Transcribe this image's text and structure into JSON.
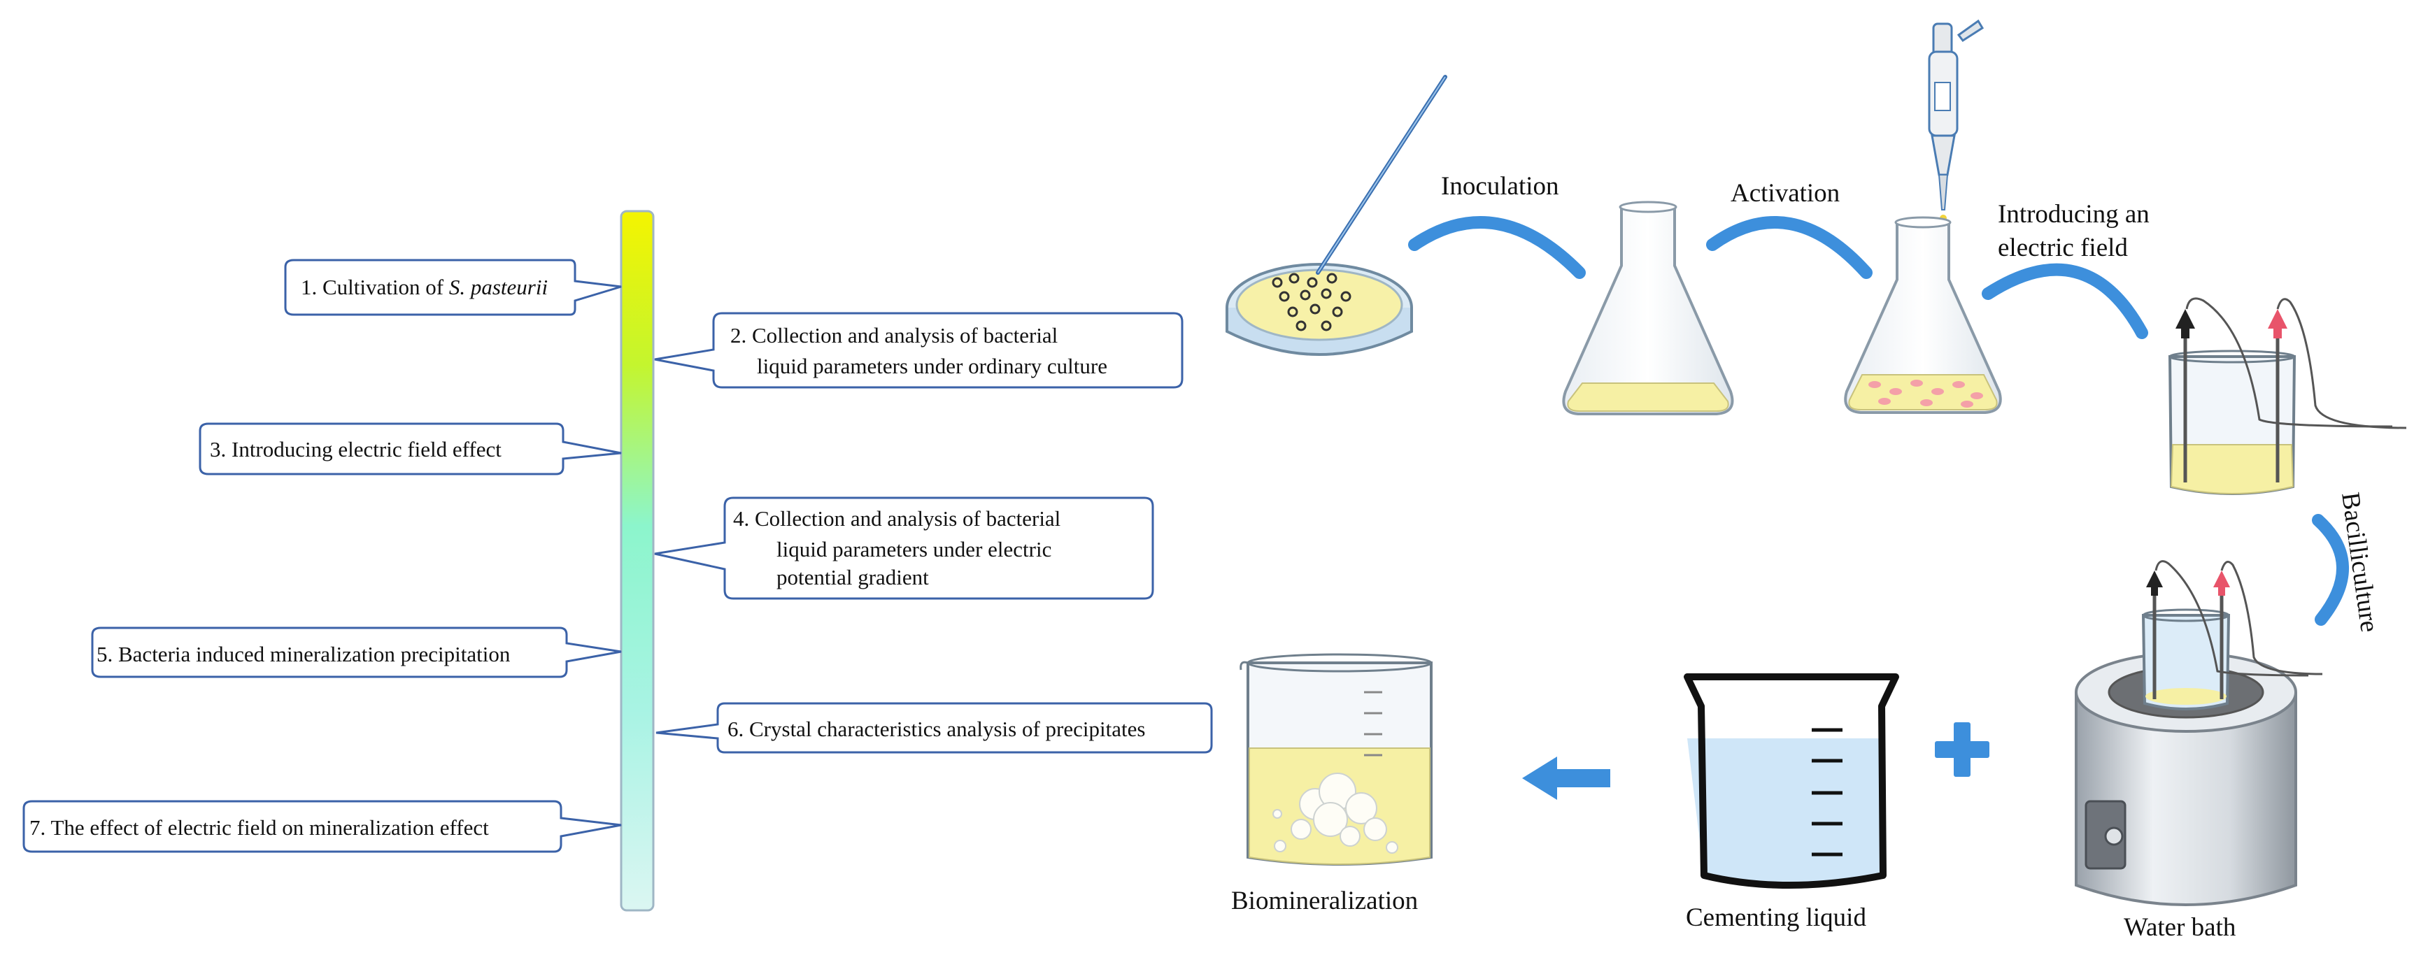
{
  "colors": {
    "box_border": "#3b62a8",
    "arrow_blue": "#3d8fdc",
    "liquid_yellow": "#f6f0a4",
    "water_blue": "#cfe6f8",
    "gradient_top": "#f4f400",
    "gradient_mid": "#8cf5cc",
    "gradient_bottom": "#dbf6f2",
    "probe_red": "#e8546a",
    "probe_black": "#222222"
  },
  "steps": [
    {
      "number": "1.",
      "text": "Cultivation of ",
      "italic": "S. pasteurii"
    },
    {
      "number": "2.",
      "lines": [
        "Collection and analysis of bacterial",
        "liquid parameters under ordinary culture"
      ]
    },
    {
      "number": "3.",
      "text": "Introducing electric field effect"
    },
    {
      "number": "4.",
      "lines": [
        "Collection and analysis of bacterial",
        "liquid parameters under electric",
        "potential gradient"
      ]
    },
    {
      "number": "5.",
      "text": "Bacteria induced mineralization precipitation"
    },
    {
      "number": "6.",
      "text": "Crystal characteristics analysis of precipitates"
    },
    {
      "number": "7.",
      "text": "The effect of electric field on mineralization effect"
    }
  ],
  "process": {
    "inoculation": "Inoculation",
    "activation": "Activation",
    "electric_line1": "Introducing an",
    "electric_line2": "electric field",
    "bacilliculture": "Bacilliculture",
    "water_bath": "Water bath",
    "cementing_liquid": "Cementing liquid",
    "biomineralization": "Biomineralization"
  },
  "icons": [
    "petri-dish-icon",
    "inoculation-loop-icon",
    "erlenmeyer-flask-icon",
    "pipette-icon",
    "electrode-beaker-icon",
    "water-bath-icon",
    "beaker-icon",
    "plus-icon",
    "left-arrow-icon"
  ]
}
